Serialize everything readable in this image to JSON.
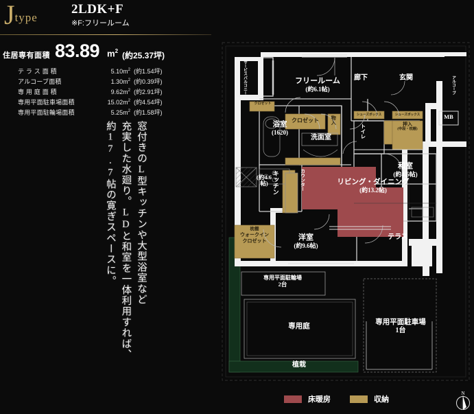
{
  "header": {
    "type_letter": "J",
    "type_word": "type",
    "plan_type": "2LDK+F",
    "plan_note": "※F:フリールーム"
  },
  "area": {
    "main_label": "住居専有面積",
    "main_value": "83.89",
    "main_unit": "m",
    "main_unit_sup": "2",
    "main_tsubo": "(約25.37坪)",
    "rows": [
      {
        "name": "テ ラ ス 面 積",
        "value": "5.10m",
        "sup": "2",
        "tsubo": "(約1.54坪)"
      },
      {
        "name": "アルコーブ面積",
        "value": "1.30m",
        "sup": "2",
        "tsubo": "(約0.39坪)"
      },
      {
        "name": "専 用 庭 面 積",
        "value": "9.62m",
        "sup": "2",
        "tsubo": "(約2.91坪)"
      },
      {
        "name": "専用平面駐車場面積",
        "value": "15.02m",
        "sup": "2",
        "tsubo": "(約4.54坪)"
      },
      {
        "name": "専用平面駐輪場面積",
        "value": "5.25m",
        "sup": "2",
        "tsubo": "(約1.58坪)"
      }
    ]
  },
  "copy": {
    "line1": "窓付きのL型キッチンや大型浴室など",
    "line2": "充実した水廻り。LDと和室を一体利用すれば、",
    "line3": "約17.7帖の寛ぎスペースに。"
  },
  "plan": {
    "rooms": {
      "service_balcony": "サービスバルコニー",
      "free_room": "フリールーム",
      "free_room_area": "(約6.1帖)",
      "corridor": "廊下",
      "entrance": "玄関",
      "alcove": "アルコーブ",
      "mb": "MB",
      "shoes_box_1": "シューズボックス",
      "shoes_box_2": "シューズボックス",
      "toilet": "トイレ",
      "oshiire": "押入",
      "oshiire_sub": "(中段・枕棚)",
      "washitsu": "和室",
      "washitsu_area": "(約4.5帖)",
      "closet_small": "クロゼット",
      "closet": "クロゼット",
      "monoire": "物入",
      "bath": "浴室",
      "bath_size": "(1620)",
      "washroom": "洗面室",
      "kitchen": "キッチン",
      "kitchen_area": "(約4.6帖)",
      "counter": "カウンター",
      "living_dining": "リビング・ダイニング",
      "living_dining_area": "(約13.2帖)",
      "makuradana": "枕棚",
      "wic_1": "ウォークイン",
      "wic_2": "クロゼット",
      "yoshitsu": "洋室",
      "yoshitsu_area": "(約9.6帖)",
      "terrace": "テラス",
      "bike_park": "専用平面駐輪場",
      "bike_park_count": "2台",
      "private_garden": "専用庭",
      "planting": "植栽",
      "car_park": "専用平面駐車場",
      "car_park_count": "1台"
    }
  },
  "legend": {
    "items": [
      {
        "label": "床暖房",
        "color": "#9e4a4d"
      },
      {
        "label": "収納",
        "color": "#b79a55"
      }
    ],
    "compass_label": "N"
  },
  "colors": {
    "gold": "#c9ad6a",
    "floor_heat": "#9e4a4d",
    "storage": "#b79a55",
    "wall": "#f2f2f2",
    "planting": "#14301b",
    "background": "#0b0b0b"
  }
}
